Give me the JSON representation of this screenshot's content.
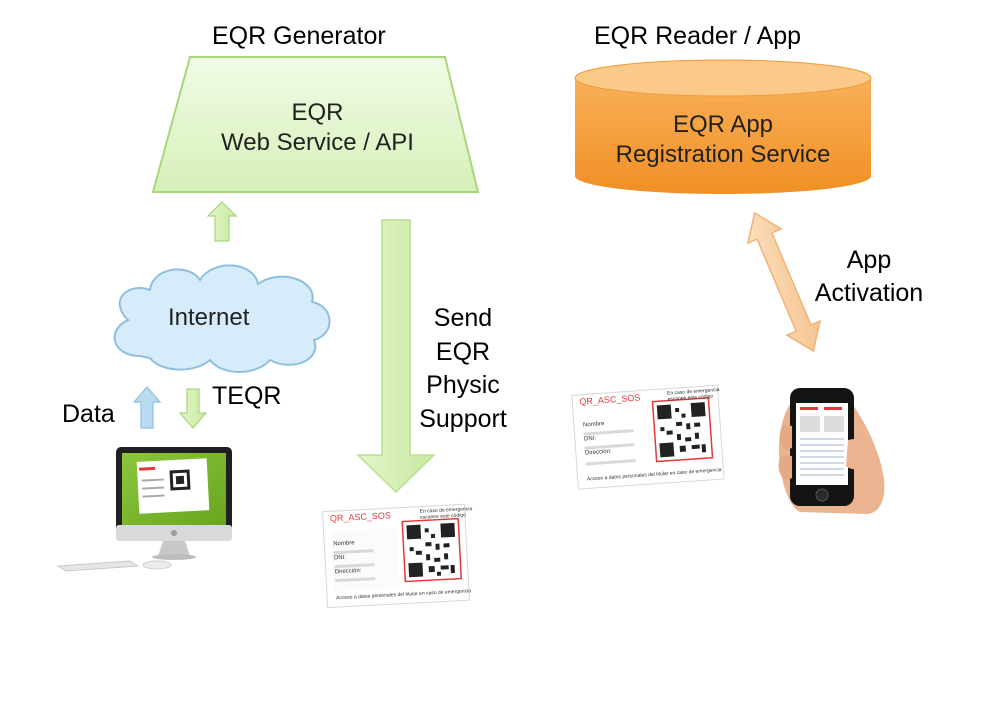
{
  "generator": {
    "title": "EQR Generator",
    "service_line1": "EQR",
    "service_line2": "Web Service / API"
  },
  "reader": {
    "title": "EQR Reader / App",
    "service_line1": "EQR App",
    "service_line2": "Registration Service"
  },
  "cloud": {
    "label": "Internet"
  },
  "labels": {
    "data": "Data",
    "teqr": "TEQR",
    "send_line1": "Send",
    "send_line2": "EQR",
    "send_line3": "Physic",
    "send_line4": "Support",
    "app_line1": "App",
    "app_line2": "Activation"
  },
  "card": {
    "code": "QR_ASC_SOS",
    "note_line1": "En caso de emergencia",
    "note_line2": "escanee este código",
    "field1": "Nombre",
    "field2": "DNI:",
    "field3": "Dirección:",
    "footer": "Acceso a datos personales del titular en caso de emergencia"
  },
  "colors": {
    "green_fill": "#dff5c6",
    "green_stroke": "#a7d67c",
    "orange_fill": "#f7a23c",
    "orange_top": "#fbc98a",
    "blue_arrow": "#a8d4ee",
    "cloud_fill": "#d6ecfa",
    "cloud_stroke": "#8fbfe0",
    "qr_red": "#e23a3a"
  },
  "icons": [
    "cloud-icon",
    "computer-icon",
    "qr-card-icon",
    "smartphone-icon"
  ]
}
